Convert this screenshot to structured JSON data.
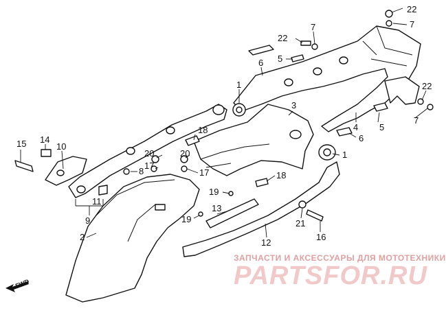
{
  "watermark": {
    "caption": "ЗАПЧАСТИ И АКСЕССУАРЫ ДЛЯ МОТОТЕХНИКИ",
    "logo": "PARTSFOR.RU"
  },
  "direction_marker": {
    "label": "FWD"
  },
  "callouts": [
    "22",
    "7",
    "22",
    "7",
    "6",
    "5",
    "1",
    "3",
    "4",
    "5",
    "6",
    "22",
    "7",
    "18",
    "15",
    "14",
    "10",
    "20",
    "8",
    "17",
    "20",
    "17",
    "1",
    "19",
    "18",
    "11",
    "9",
    "13",
    "19",
    "21",
    "2",
    "12",
    "16"
  ]
}
